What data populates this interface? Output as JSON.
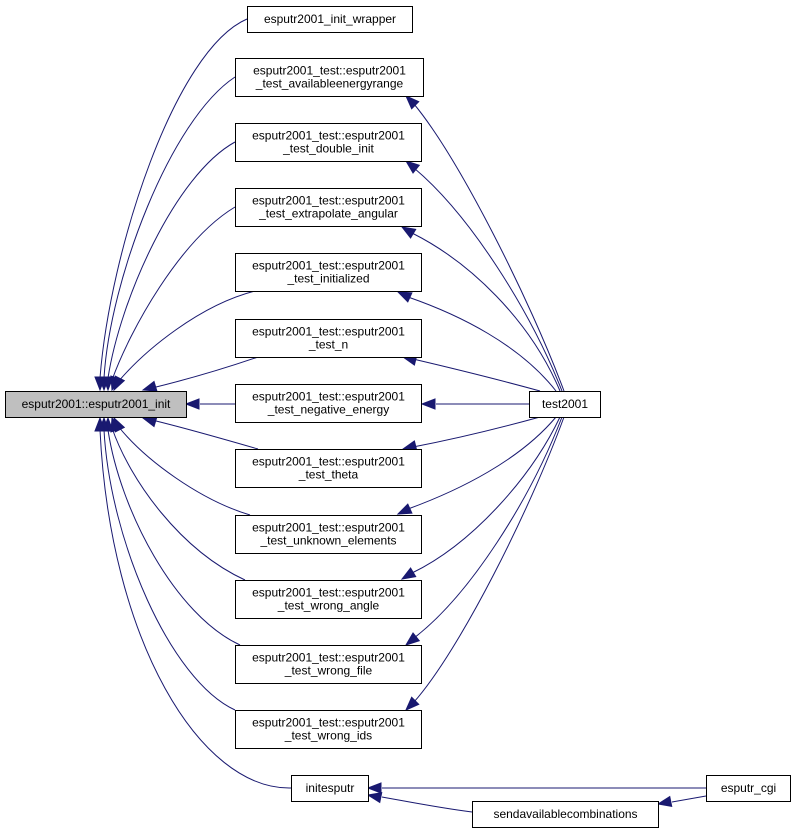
{
  "graph": {
    "root": "esputr2001::esputr2001_init",
    "nodes": {
      "root": [
        "esputr2001::esputr2001_init"
      ],
      "wrapper": [
        "esputr2001_init_wrapper"
      ],
      "t_avail": [
        "esputr2001_test::esputr2001",
        "_test_availableenergyrange"
      ],
      "t_double": [
        "esputr2001_test::esputr2001",
        "_test_double_init"
      ],
      "t_extra": [
        "esputr2001_test::esputr2001",
        "_test_extrapolate_angular"
      ],
      "t_init": [
        "esputr2001_test::esputr2001",
        "_test_initialized"
      ],
      "t_n": [
        "esputr2001_test::esputr2001",
        "_test_n"
      ],
      "t_neg": [
        "esputr2001_test::esputr2001",
        "_test_negative_energy"
      ],
      "t_theta": [
        "esputr2001_test::esputr2001",
        "_test_theta"
      ],
      "t_unknown": [
        "esputr2001_test::esputr2001",
        "_test_unknown_elements"
      ],
      "t_angle": [
        "esputr2001_test::esputr2001",
        "_test_wrong_angle"
      ],
      "t_file": [
        "esputr2001_test::esputr2001",
        "_test_wrong_file"
      ],
      "t_ids": [
        "esputr2001_test::esputr2001",
        "_test_wrong_ids"
      ],
      "initesputr": [
        "initesputr"
      ],
      "test2001": [
        "test2001"
      ],
      "sendavail": [
        "sendavailablecombinations"
      ],
      "cgi": [
        "esputr_cgi"
      ]
    },
    "edges": [
      [
        "wrapper",
        "root"
      ],
      [
        "t_avail",
        "root"
      ],
      [
        "t_double",
        "root"
      ],
      [
        "t_extra",
        "root"
      ],
      [
        "t_init",
        "root"
      ],
      [
        "t_n",
        "root"
      ],
      [
        "t_neg",
        "root"
      ],
      [
        "t_theta",
        "root"
      ],
      [
        "t_unknown",
        "root"
      ],
      [
        "t_angle",
        "root"
      ],
      [
        "t_file",
        "root"
      ],
      [
        "t_ids",
        "root"
      ],
      [
        "initesputr",
        "root"
      ],
      [
        "test2001",
        "t_avail"
      ],
      [
        "test2001",
        "t_double"
      ],
      [
        "test2001",
        "t_extra"
      ],
      [
        "test2001",
        "t_init"
      ],
      [
        "test2001",
        "t_n"
      ],
      [
        "test2001",
        "t_neg"
      ],
      [
        "test2001",
        "t_theta"
      ],
      [
        "test2001",
        "t_unknown"
      ],
      [
        "test2001",
        "t_angle"
      ],
      [
        "test2001",
        "t_file"
      ],
      [
        "test2001",
        "t_ids"
      ],
      [
        "cgi",
        "initesputr"
      ],
      [
        "sendavail",
        "initesputr"
      ],
      [
        "cgi",
        "sendavail"
      ]
    ],
    "colors": {
      "edge": "#191970",
      "root_fill": "#bfbfbf",
      "node_fill": "#ffffff",
      "border": "#000000"
    }
  }
}
